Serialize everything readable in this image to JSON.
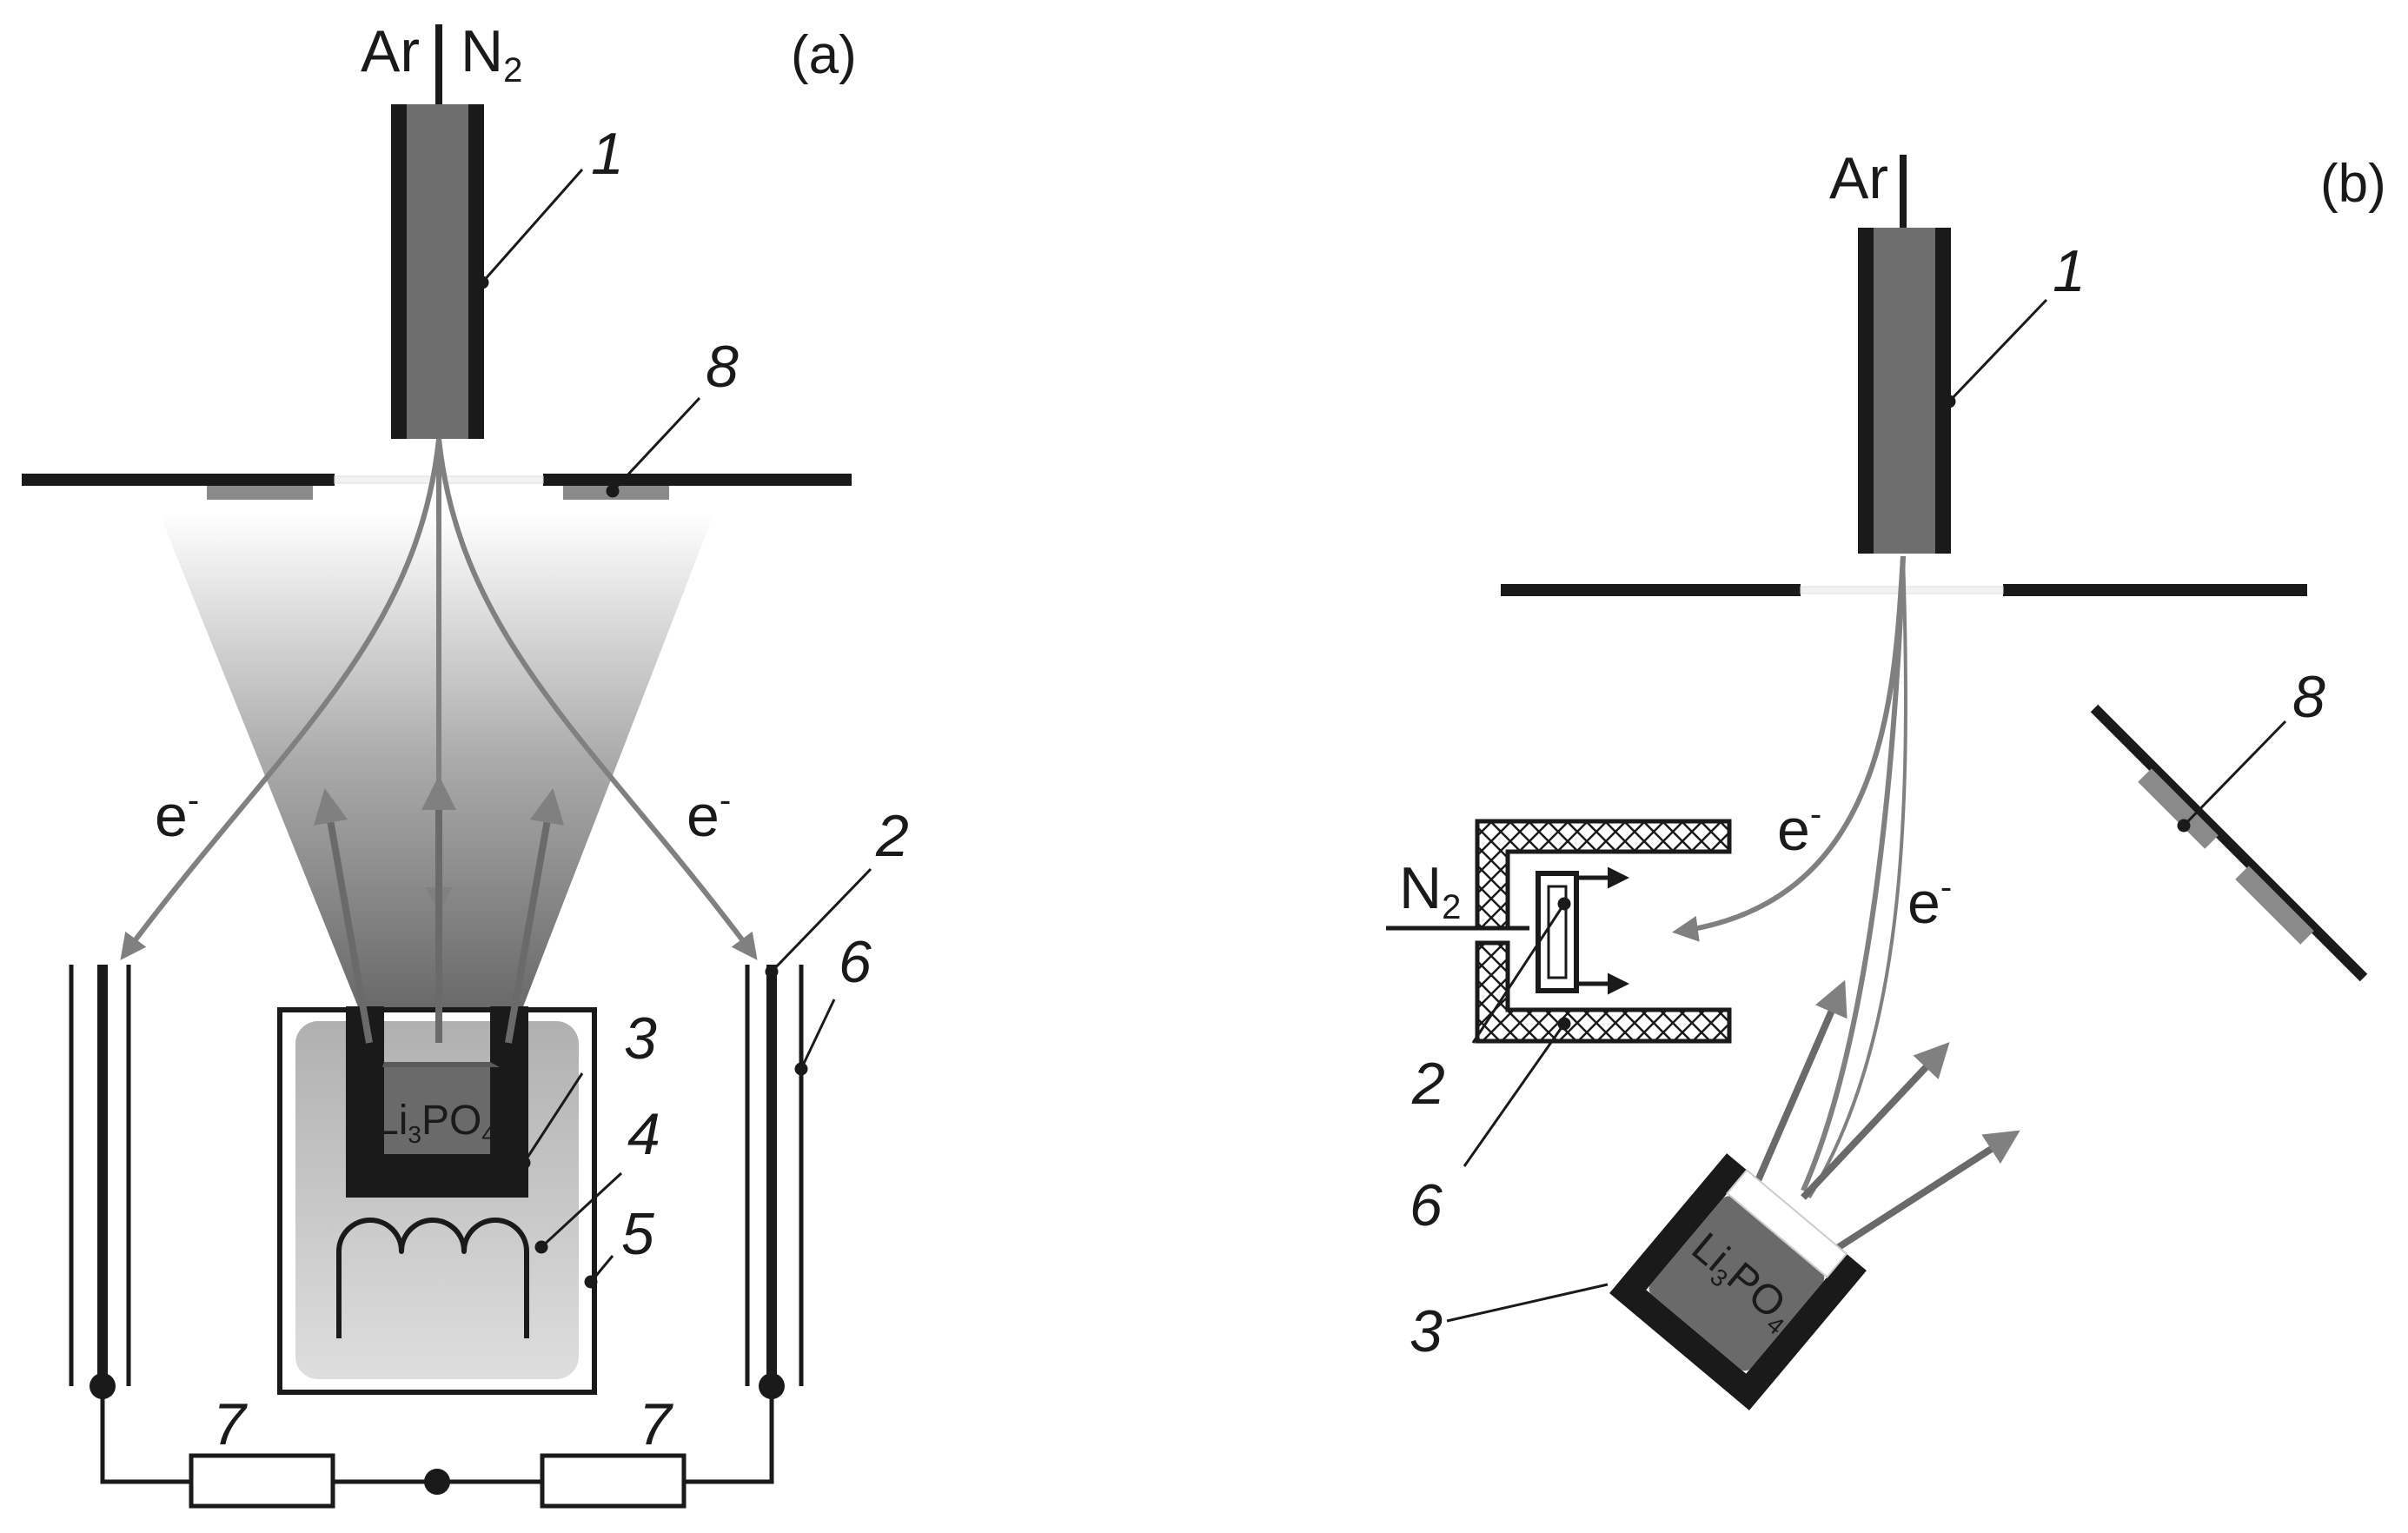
{
  "panel_a": {
    "panel_label": "(a)",
    "gas_left": "Ar",
    "gas_right": "N",
    "gas_right_sub": "2",
    "electron": "e",
    "electron_charge": "-",
    "compound": "Li",
    "compound_sub1": "3",
    "compound_mid": "PO",
    "compound_sub2": "4",
    "callouts": [
      "1",
      "2",
      "3",
      "4",
      "5",
      "6",
      "7",
      "7",
      "8"
    ]
  },
  "panel_b": {
    "panel_label": "(b)",
    "gas": "Ar",
    "gas_n2": "N",
    "gas_n2_sub": "2",
    "electron": "e",
    "electron_charge": "-",
    "compound": "Li",
    "compound_sub1": "3",
    "compound_mid": "PO",
    "compound_sub2": "4",
    "callouts": [
      "1",
      "8",
      "2",
      "6",
      "3"
    ]
  },
  "colors": {
    "line": "#1a1a1a",
    "beam": "#808080",
    "gun_fill": "#6e6e6e",
    "crucible_fill": "#6a6a6a",
    "chamber_fill": "#d0d0d0"
  }
}
